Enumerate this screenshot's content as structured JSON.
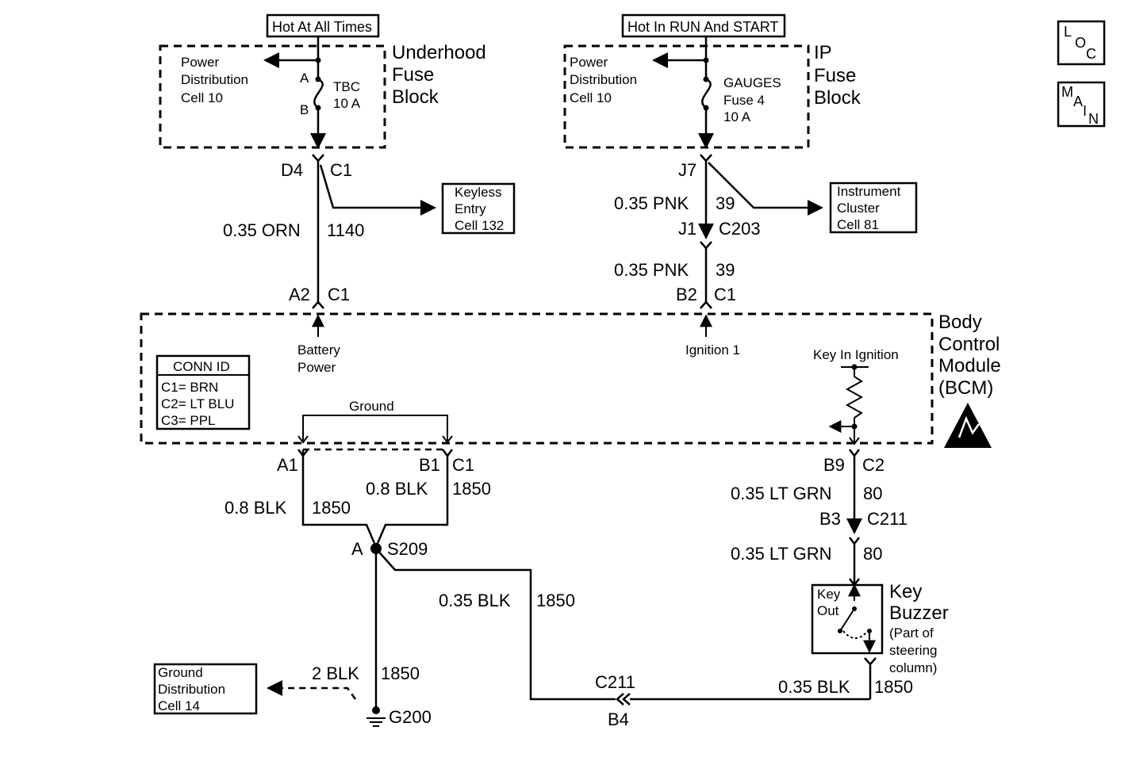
{
  "labels": {
    "hot_all_times": "Hot At All Times",
    "hot_run_start": "Hot In RUN And START",
    "underhood_1": "Underhood",
    "underhood_2": "Fuse",
    "underhood_3": "Block",
    "ip_1": "IP",
    "ip_2": "Fuse",
    "ip_3": "Block",
    "pd1_1": "Power",
    "pd1_2": "Distribution",
    "pd1_3": "Cell 10",
    "pd2_1": "Power",
    "pd2_2": "Distribution",
    "pd2_3": "Cell 10",
    "tbc_1": "TBC",
    "tbc_2": "10 A",
    "pin_a": "A",
    "pin_b": "B",
    "gauges_1": "GAUGES",
    "gauges_2": "Fuse 4",
    "gauges_3": "10 A",
    "loc": [
      "L",
      "O",
      "C"
    ],
    "main": [
      "M",
      "A",
      "I",
      "N"
    ],
    "d4": "D4",
    "c1_top": "C1",
    "keyless_1": "Keyless",
    "keyless_2": "Entry",
    "keyless_3": "Cell 132",
    "wire_orn": "0.35 ORN",
    "circ_1140": "1140",
    "j7": "J7",
    "wire_pnk_1": "0.35 PNK",
    "circ_39_1": "39",
    "j1": "J1",
    "c203": "C203",
    "cluster_1": "Instrument",
    "cluster_2": "Cluster",
    "cluster_3": "Cell 81",
    "wire_pnk_2": "0.35 PNK",
    "circ_39_2": "39",
    "a2": "A2",
    "c1_a2": "C1",
    "b2": "B2",
    "c1_b2": "C1",
    "bcm_1": "Body",
    "bcm_2": "Control",
    "bcm_3": "Module",
    "bcm_4": "(BCM)",
    "battery_1": "Battery",
    "battery_2": "Power",
    "ignition": "Ignition 1",
    "key_in_ignition": "Key In Ignition",
    "ground_lbl": "Ground",
    "conn_id": "CONN ID",
    "conn_c1": "C1= BRN",
    "conn_c2": "C2= LT BLU",
    "conn_c3": "C3= PPL",
    "a1": "A1",
    "b1": "B1",
    "c1_b1": "C1",
    "b9": "B9",
    "c2": "C2",
    "wire_blk08_l": "0.8 BLK",
    "circ_1850_l": "1850",
    "wire_blk08_r": "0.8 BLK",
    "circ_1850_r": "1850",
    "wire_ltgrn_1": "0.35 LT GRN",
    "circ_80_1": "80",
    "b3": "B3",
    "c211_r": "C211",
    "wire_ltgrn_2": "0.35 LT GRN",
    "circ_80_2": "80",
    "splice_a": "A",
    "s209": "S209",
    "wire_blk035": "0.35 BLK",
    "circ_1850_m": "1850",
    "key_out_1": "Key",
    "key_out_2": "Out",
    "buzzer_1": "Key",
    "buzzer_2": "Buzzer",
    "buzzer_3": "(Part of",
    "buzzer_4": "steering",
    "buzzer_5": "column)",
    "gnd_1": "Ground",
    "gnd_2": "Distribution",
    "gnd_3": "Cell 14",
    "wire_2blk": "2 BLK",
    "circ_1850_g": "1850",
    "g200": "G200",
    "c211_b": "C211",
    "b4": "B4",
    "wire_blk035_b": "0.35 BLK",
    "circ_1850_b": "1850"
  },
  "colors": {
    "ink": "#000000",
    "paper": "#ffffff"
  }
}
